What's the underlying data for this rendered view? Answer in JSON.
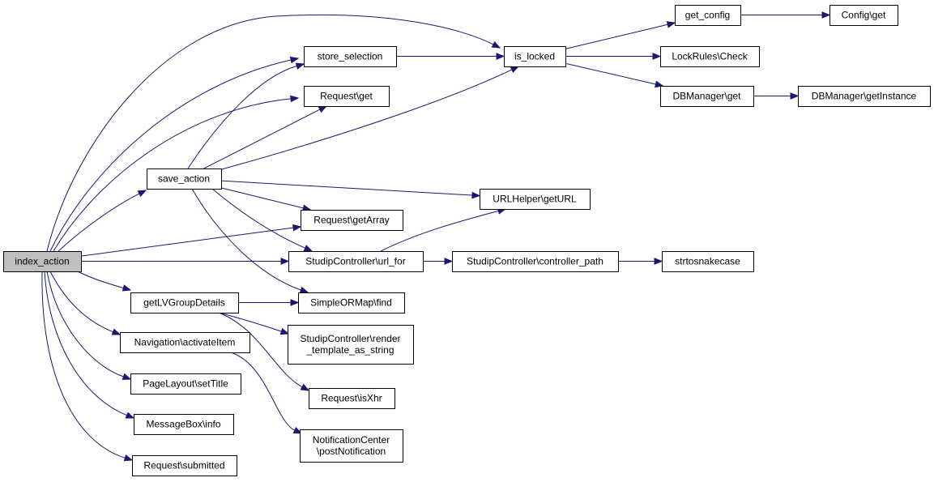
{
  "colors": {
    "edge": "#191970",
    "node_fill": "#ffffff",
    "root_fill": "#bfbfbf",
    "border": "#000000"
  },
  "nodes": [
    {
      "id": "index_action",
      "lines": [
        "index_action"
      ],
      "root": true
    },
    {
      "id": "save_action",
      "lines": [
        "save_action"
      ]
    },
    {
      "id": "store_selection",
      "lines": [
        "store_selection"
      ]
    },
    {
      "id": "request_get",
      "lines": [
        "Request\\get"
      ]
    },
    {
      "id": "is_locked",
      "lines": [
        "is_locked"
      ]
    },
    {
      "id": "get_config",
      "lines": [
        "get_config"
      ]
    },
    {
      "id": "config_get",
      "lines": [
        "Config\\get"
      ]
    },
    {
      "id": "lockrules_check",
      "lines": [
        "LockRules\\Check"
      ]
    },
    {
      "id": "dbmanager_get",
      "lines": [
        "DBManager\\get"
      ]
    },
    {
      "id": "dbmanager_getinstance",
      "lines": [
        "DBManager\\getInstance"
      ]
    },
    {
      "id": "urlhelper_geturl",
      "lines": [
        "URLHelper\\getURL"
      ]
    },
    {
      "id": "request_getarray",
      "lines": [
        "Request\\getArray"
      ]
    },
    {
      "id": "studip_url_for",
      "lines": [
        "StudipController\\url_for"
      ]
    },
    {
      "id": "studip_controller_path",
      "lines": [
        "StudipController\\controller_path"
      ]
    },
    {
      "id": "strtosnakecase",
      "lines": [
        "strtosnakecase"
      ]
    },
    {
      "id": "getlvgroupdetails",
      "lines": [
        "getLVGroupDetails"
      ]
    },
    {
      "id": "simpleormap_find",
      "lines": [
        "SimpleORMap\\find"
      ]
    },
    {
      "id": "studip_render_template",
      "lines": [
        "StudipController\\render",
        "_template_as_string"
      ]
    },
    {
      "id": "navigation_activateitem",
      "lines": [
        "Navigation\\activateItem"
      ]
    },
    {
      "id": "pagelayout_settitle",
      "lines": [
        "PageLayout\\setTitle"
      ]
    },
    {
      "id": "request_isxhr",
      "lines": [
        "Request\\isXhr"
      ]
    },
    {
      "id": "messagebox_info",
      "lines": [
        "MessageBox\\info"
      ]
    },
    {
      "id": "notificationcenter_post",
      "lines": [
        "NotificationCenter",
        "\\postNotification"
      ]
    },
    {
      "id": "request_submitted",
      "lines": [
        "Request\\submitted"
      ]
    }
  ],
  "edges": [
    [
      "index_action",
      "save_action"
    ],
    [
      "index_action",
      "store_selection"
    ],
    [
      "index_action",
      "request_get"
    ],
    [
      "index_action",
      "is_locked"
    ],
    [
      "index_action",
      "request_getarray"
    ],
    [
      "index_action",
      "studip_url_for"
    ],
    [
      "index_action",
      "getlvgroupdetails"
    ],
    [
      "index_action",
      "navigation_activateitem"
    ],
    [
      "index_action",
      "pagelayout_settitle"
    ],
    [
      "index_action",
      "messagebox_info"
    ],
    [
      "index_action",
      "request_submitted"
    ],
    [
      "save_action",
      "store_selection"
    ],
    [
      "save_action",
      "request_get"
    ],
    [
      "save_action",
      "is_locked"
    ],
    [
      "save_action",
      "urlhelper_geturl"
    ],
    [
      "save_action",
      "request_getarray"
    ],
    [
      "save_action",
      "studip_url_for"
    ],
    [
      "save_action",
      "simpleormap_find"
    ],
    [
      "store_selection",
      "is_locked"
    ],
    [
      "is_locked",
      "get_config"
    ],
    [
      "is_locked",
      "lockrules_check"
    ],
    [
      "is_locked",
      "dbmanager_get"
    ],
    [
      "get_config",
      "config_get"
    ],
    [
      "dbmanager_get",
      "dbmanager_getinstance"
    ],
    [
      "studip_url_for",
      "urlhelper_geturl"
    ],
    [
      "studip_url_for",
      "studip_controller_path"
    ],
    [
      "studip_controller_path",
      "strtosnakecase"
    ],
    [
      "getlvgroupdetails",
      "simpleormap_find"
    ],
    [
      "getlvgroupdetails",
      "studip_render_template"
    ],
    [
      "getlvgroupdetails",
      "request_isxhr"
    ],
    [
      "navigation_activateitem",
      "notificationcenter_post"
    ]
  ]
}
